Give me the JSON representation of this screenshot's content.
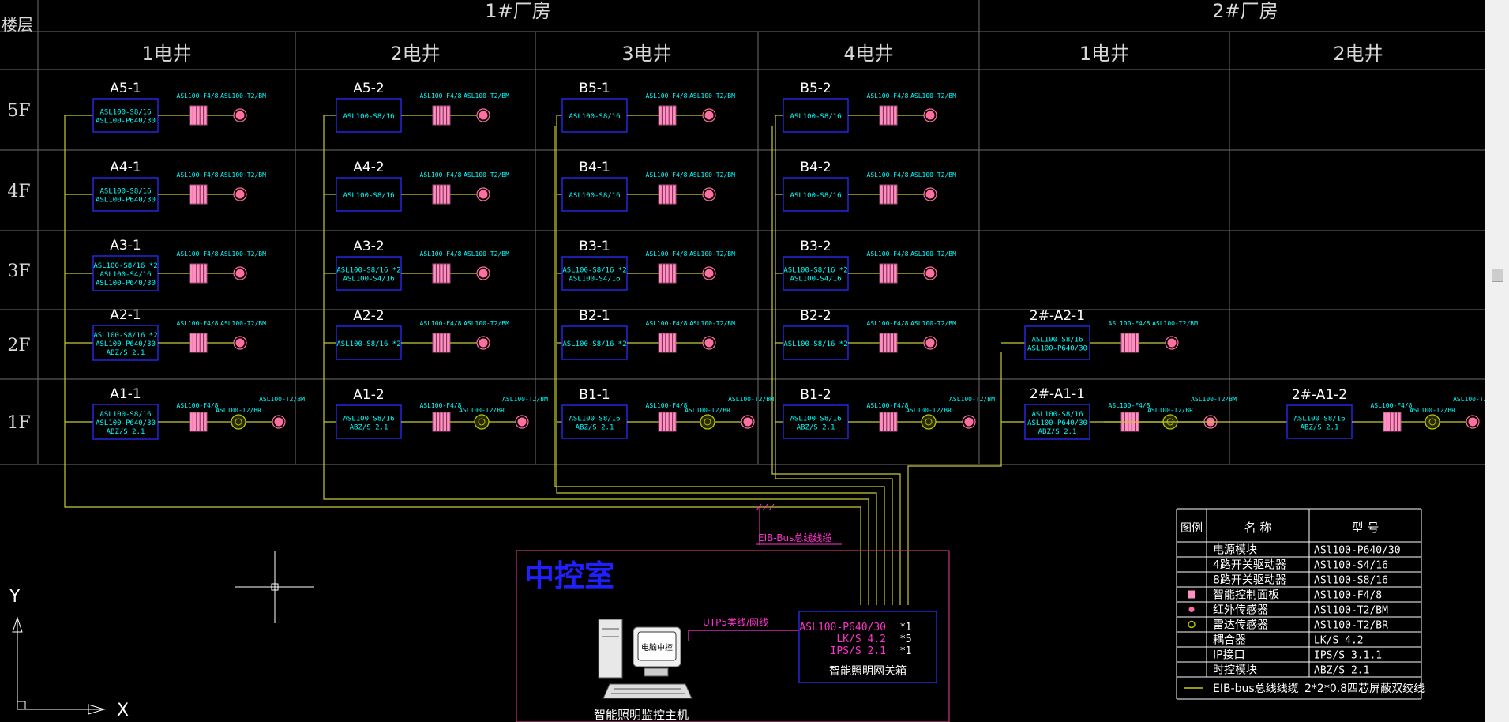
{
  "colors": {
    "background": "#000000",
    "grid": "#6e6e6e",
    "header_text": "#d8d8d8",
    "box": "#2b2bff",
    "box_title": "#ffffff",
    "device_text": "#00ffff",
    "bus_line": "#c8c83a",
    "panel": "#ff8fc0",
    "sensor": "#ff6fa0",
    "radar": "#b6c400",
    "room_border": "#c43a7a",
    "room_title": "#1f1fff",
    "magenta_text": "#ff33cc"
  },
  "header": {
    "floor_label": "楼层",
    "buildings": [
      "1#厂房",
      "2#厂房"
    ],
    "shafts": [
      "1电井",
      "2电井",
      "3电井",
      "4电井",
      "1电井",
      "2电井"
    ],
    "floors": [
      "5F",
      "4F",
      "3F",
      "2F",
      "1F"
    ]
  },
  "devices": {
    "panel_model": "ASL100-F4/8",
    "sensor_model": "ASL100-T2/BM",
    "radar_model": "ASL100-T2/BR"
  },
  "boxes": [
    {
      "name": "A5-1",
      "lines": [
        "ASL100-S8/16",
        "ASL100-P640/30"
      ]
    },
    {
      "name": "A5-2",
      "lines": [
        "ASL100-S8/16"
      ]
    },
    {
      "name": "B5-1",
      "lines": [
        "ASL100-S8/16"
      ]
    },
    {
      "name": "B5-2",
      "lines": [
        "ASL100-S8/16"
      ]
    },
    {
      "name": "A4-1",
      "lines": [
        "ASL100-S8/16",
        "ASL100-P640/30"
      ]
    },
    {
      "name": "A4-2",
      "lines": [
        "ASL100-S8/16"
      ]
    },
    {
      "name": "B4-1",
      "lines": [
        "ASL100-S8/16"
      ]
    },
    {
      "name": "B4-2",
      "lines": [
        "ASL100-S8/16"
      ]
    },
    {
      "name": "A3-1",
      "lines": [
        "ASL100-S8/16 *2",
        "ASL100-S4/16",
        "ASL100-P640/30"
      ]
    },
    {
      "name": "A3-2",
      "lines": [
        "ASL100-S8/16 *2",
        "ASL100-S4/16"
      ]
    },
    {
      "name": "B3-1",
      "lines": [
        "ASL100-S8/16 *2",
        "ASL100-S4/16"
      ]
    },
    {
      "name": "B3-2",
      "lines": [
        "ASL100-S8/16 *2",
        "ASL100-S4/16"
      ]
    },
    {
      "name": "A2-1",
      "lines": [
        "ASL100-S8/16 *2",
        "ASL100-P640/30",
        "ABZ/S 2.1"
      ]
    },
    {
      "name": "A2-2",
      "lines": [
        "ASL100-S8/16 *2"
      ]
    },
    {
      "name": "B2-1",
      "lines": [
        "ASL100-S8/16 *2"
      ]
    },
    {
      "name": "B2-2",
      "lines": [
        "ASL100-S8/16 *2"
      ]
    },
    {
      "name": "2#-A2-1",
      "lines": [
        "ASL100-S8/16",
        "ASL100-P640/30"
      ]
    },
    {
      "name": "A1-1",
      "lines": [
        "ASL100-S8/16",
        "ASL100-P640/30",
        "ABZ/S 2.1"
      ]
    },
    {
      "name": "A1-2",
      "lines": [
        "ASL100-S8/16",
        "ABZ/S 2.1"
      ]
    },
    {
      "name": "B1-1",
      "lines": [
        "ASL100-S8/16",
        "ABZ/S 2.1"
      ]
    },
    {
      "name": "B1-2",
      "lines": [
        "ASL100-S8/16",
        "ABZ/S 2.1"
      ]
    },
    {
      "name": "2#-A1-1",
      "lines": [
        "ASL100-S8/16",
        "ASL100-P640/30",
        "ABZ/S 2.1"
      ]
    },
    {
      "name": "2#-A1-2",
      "lines": [
        "ASL100-S8/16",
        "ABZ/S 2.1"
      ]
    }
  ],
  "bus": {
    "bus_label": "EIB-Bus总线线缆",
    "utp_label": "UTP5类线/网线"
  },
  "control_room": {
    "title": "中控室",
    "monitor_screen": "电脑中控",
    "host_caption": "智能照明监控主机",
    "gateway_lines": [
      {
        "model": "ASL100-P640/30",
        "qty": "*1"
      },
      {
        "model": "LK/S 4.2",
        "qty": "*5"
      },
      {
        "model": "IPS/S 2.1",
        "qty": "*1"
      }
    ],
    "gateway_caption": "智能照明网关箱"
  },
  "legend": {
    "headers": [
      "图例",
      "名  称",
      "型  号"
    ],
    "rows": [
      {
        "symbol": "none",
        "name": "电源模块",
        "model": "ASl100-P640/30"
      },
      {
        "symbol": "none",
        "name": "4路开关驱动器",
        "model": "ASl100-S4/16"
      },
      {
        "symbol": "none",
        "name": "8路开关驱动器",
        "model": "ASl100-S8/16"
      },
      {
        "symbol": "panel",
        "name": "智能控制面板",
        "model": "ASl100-F4/8"
      },
      {
        "symbol": "sensor",
        "name": "红外传感器",
        "model": "ASl100-T2/BM"
      },
      {
        "symbol": "radar",
        "name": "雷达传感器",
        "model": "ASl100-T2/BR"
      },
      {
        "symbol": "none",
        "name": "耦合器",
        "model": "LK/S 4.2"
      },
      {
        "symbol": "none",
        "name": "IP接口",
        "model": "IPS/S 3.1.1"
      },
      {
        "symbol": "none",
        "name": "时控模块",
        "model": "ABZ/S 2.1"
      }
    ],
    "bus_row": {
      "name": "EIB-bus总线线缆",
      "model": "2*2*0.8四芯屏蔽双绞线"
    }
  },
  "ucs": {
    "x": "X",
    "y": "Y"
  }
}
